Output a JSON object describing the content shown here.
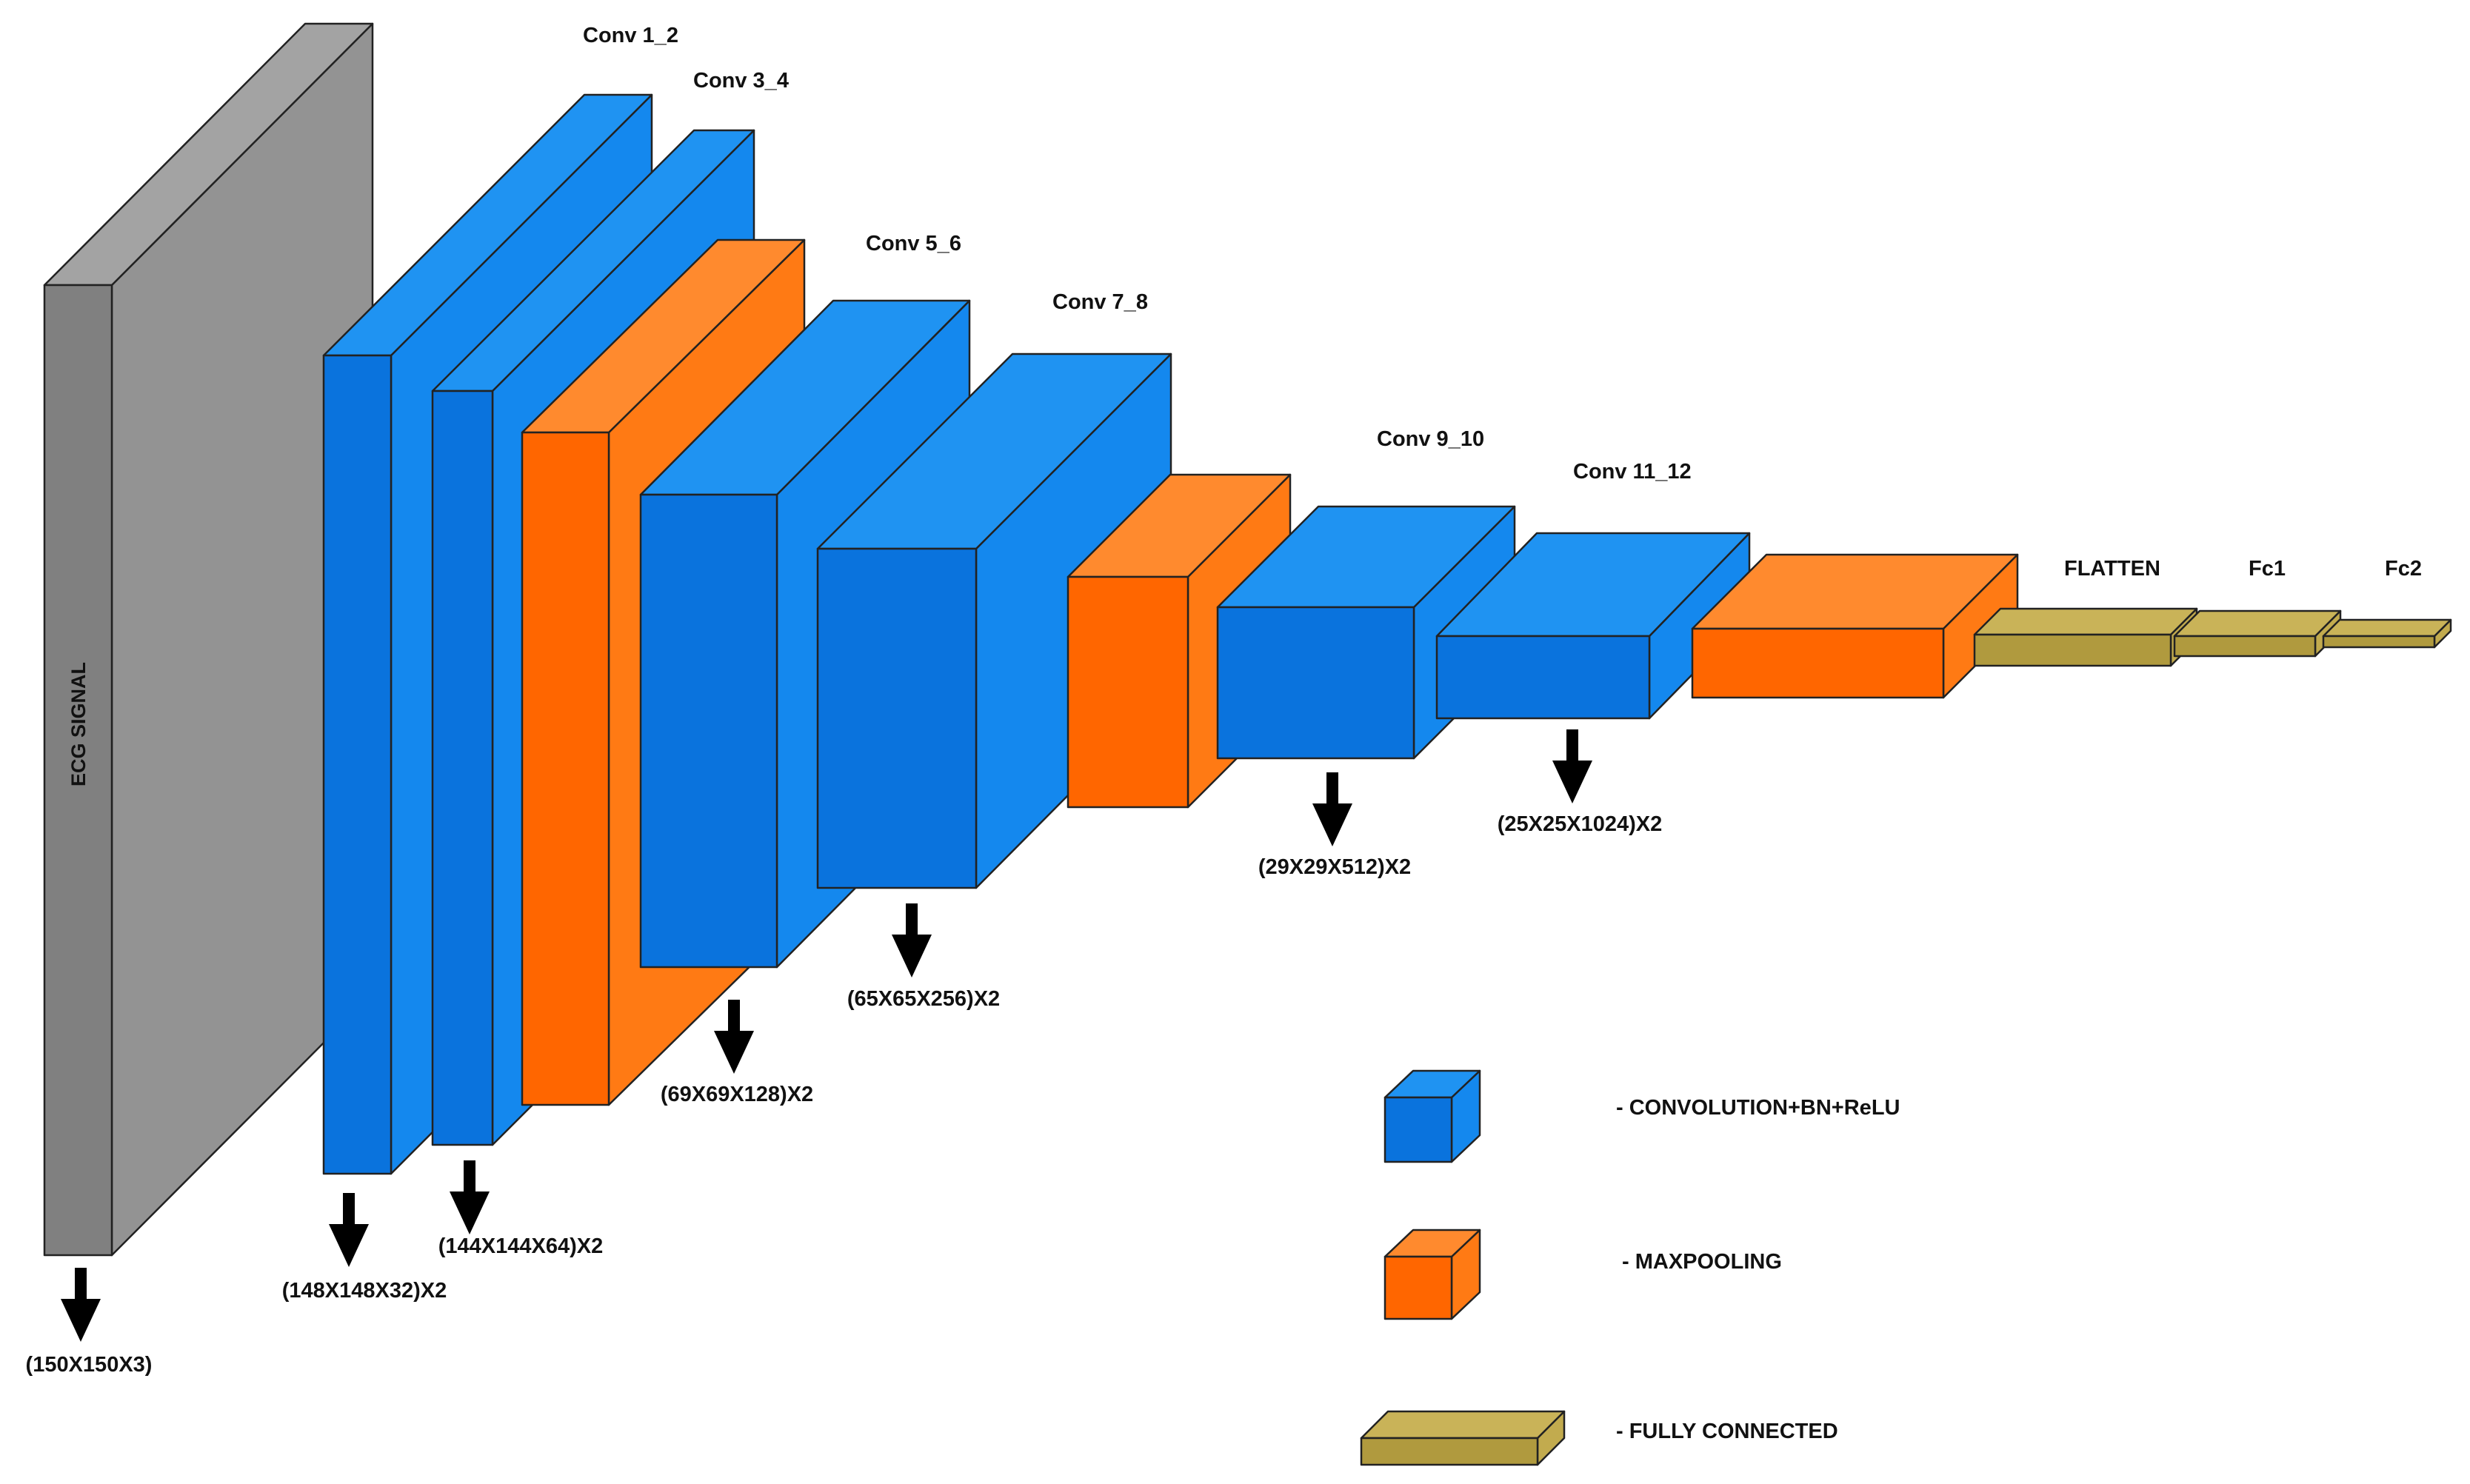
{
  "colors": {
    "input_front": "#808080",
    "input_side": "#939393",
    "input_top": "#a3a3a3",
    "conv_front": "#0a73dd",
    "conv_side": "#1488ee",
    "conv_top": "#1f93f2",
    "pool_front": "#ff6600",
    "pool_side": "#ff7a14",
    "pool_top": "#ff8a2e",
    "fc_front": "#b09a3e",
    "fc_side": "#c2ab4e",
    "fc_top": "#c9b358",
    "arrow": "#000000"
  },
  "input": {
    "label": "ECG SIGNAL",
    "shape": "(150X150X3)"
  },
  "layers": [
    {
      "type": "conv",
      "label": "Conv 1_2",
      "shape": "(148X148X32)X2"
    },
    {
      "type": "conv",
      "label": "Conv 3_4",
      "shape": "(144X144X64)X2"
    },
    {
      "type": "pool",
      "label": "",
      "shape": ""
    },
    {
      "type": "conv",
      "label": "Conv 5_6",
      "shape": "(69X69X128)X2"
    },
    {
      "type": "conv",
      "label": "Conv 7_8",
      "shape": "(65X65X256)X2"
    },
    {
      "type": "pool",
      "label": "",
      "shape": ""
    },
    {
      "type": "conv",
      "label": "Conv 9_10",
      "shape": "(29X29X512)X2"
    },
    {
      "type": "conv",
      "label": "Conv 11_12",
      "shape": "(25X25X1024)X2"
    },
    {
      "type": "pool",
      "label": "",
      "shape": ""
    },
    {
      "type": "fc",
      "label": "FLATTEN",
      "shape": ""
    },
    {
      "type": "fc",
      "label": "Fc1",
      "shape": ""
    },
    {
      "type": "fc",
      "label": "Fc2",
      "shape": ""
    }
  ],
  "legend": [
    {
      "type": "conv",
      "label": "- CONVOLUTION+BN+ReLU"
    },
    {
      "type": "pool",
      "label": "- MAXPOOLING"
    },
    {
      "type": "fc",
      "label": "- FULLY CONNECTED"
    }
  ]
}
